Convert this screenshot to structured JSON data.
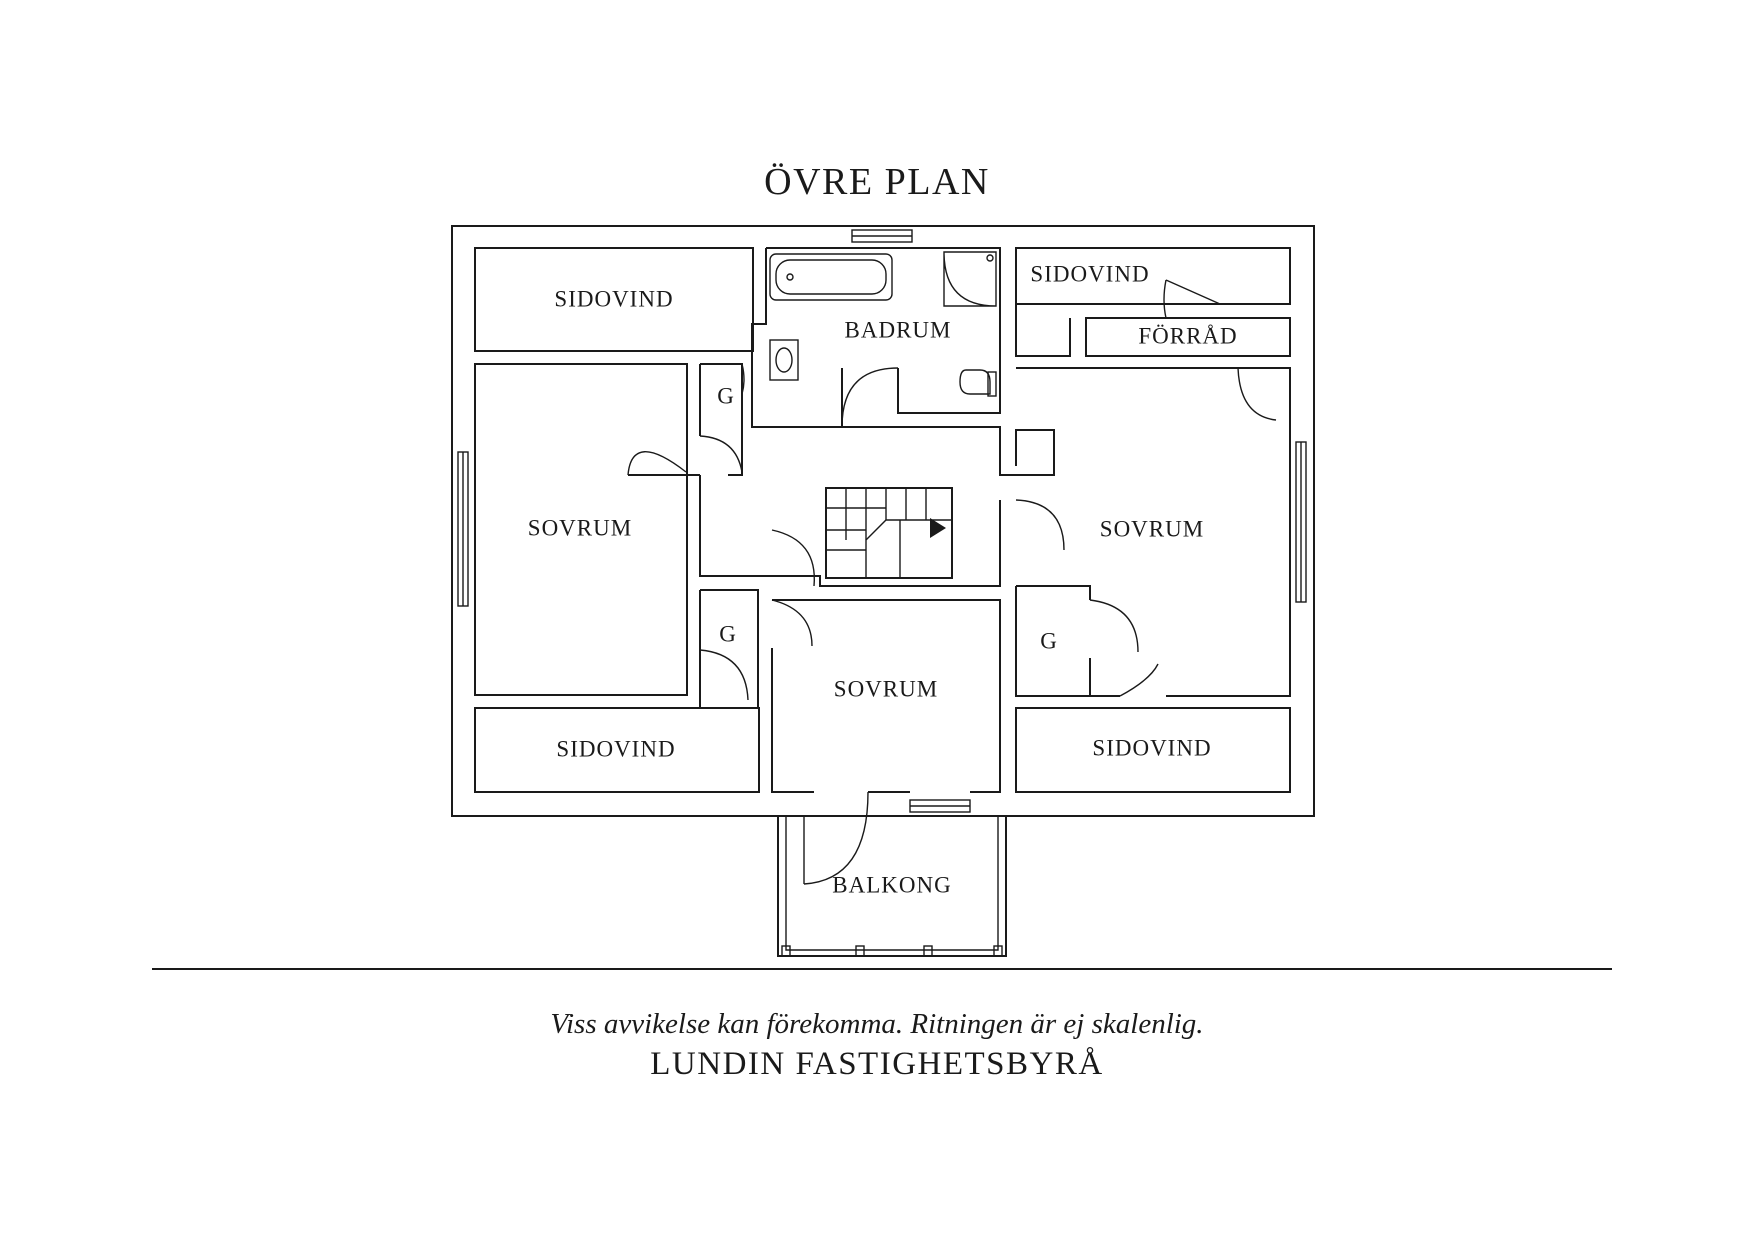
{
  "title": "ÖVRE PLAN",
  "disclaimer": "Viss avvikelse kan förekomma. Ritningen är ej skalenlig.",
  "company": "LUNDIN FASTIGHETSBYRÅ",
  "rooms": {
    "sidovind_nw": "SIDOVIND",
    "badrum": "BADRUM",
    "sidovind_ne": "SIDOVIND",
    "forrad": "FÖRRÅD",
    "g_nw": "G",
    "sovrum_west": "SOVRUM",
    "sovrum_east": "SOVRUM",
    "g_sw": "G",
    "g_se": "G",
    "sovrum_south": "SOVRUM",
    "sidovind_sw": "SIDOVIND",
    "sidovind_se": "SIDOVIND",
    "balkong": "BALKONG"
  },
  "colors": {
    "ink": "#1a1a1a",
    "background": "#ffffff"
  }
}
